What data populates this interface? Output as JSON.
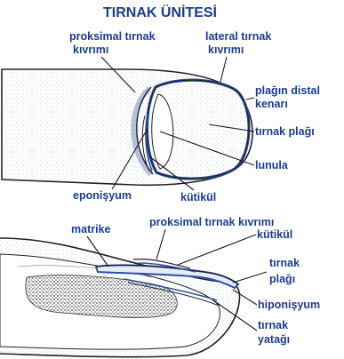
{
  "title": "TIRNAK ÜNİTESİ",
  "top_diagram": {
    "labels": {
      "proksimal": [
        "proksimal tırnak",
        "kıvrımı"
      ],
      "lateral": [
        "lateral tırnak",
        "kıvrımı"
      ],
      "distal": [
        "plağın distal",
        "kenarı"
      ],
      "plagi": "tırnak plağı",
      "lunula": "lunula",
      "eponisyum": "eponişyum",
      "kutikul": "kütikül"
    }
  },
  "bottom_diagram": {
    "labels": {
      "matrike": "matrike",
      "proksimal": "proksimal tırnak kıvrımı",
      "kutikul": "kütikül",
      "plagi": [
        "tırnak",
        "plağı"
      ],
      "hiponisyum": "hiponişyum",
      "yatagi": [
        "tırnak",
        "yatağı"
      ]
    }
  }
}
